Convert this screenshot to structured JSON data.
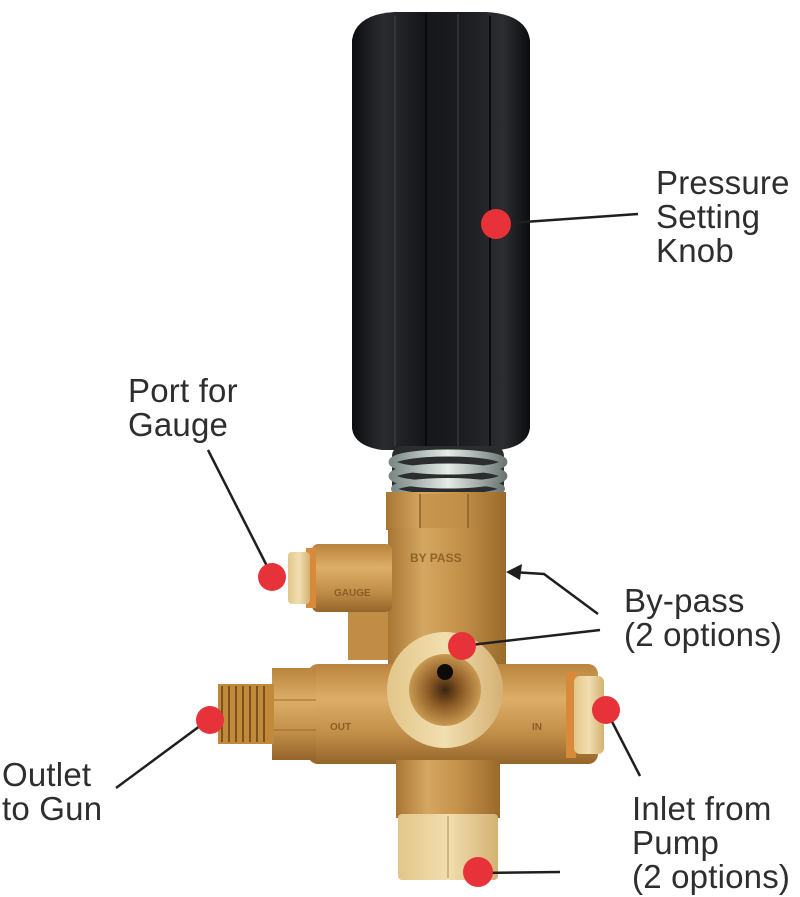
{
  "diagram": {
    "subject": "Pressure washer unloader valve",
    "colors": {
      "marker": "#e8323a",
      "leader_line": "#1f1f1f",
      "knob": "#17181b",
      "brass": "#c99a4e",
      "brass_light": "#e8cf94",
      "label_text": "#2e2e2e"
    },
    "engravings": {
      "bypass": "BY PASS",
      "gauge": "GAUGE",
      "out": "OUT",
      "in": "IN"
    },
    "callouts": [
      {
        "id": "pressure-knob",
        "lines": [
          "Pressure",
          "Setting",
          "Knob"
        ]
      },
      {
        "id": "gauge-port",
        "lines": [
          "Port for",
          "Gauge"
        ]
      },
      {
        "id": "bypass",
        "lines": [
          "By-pass",
          "(2 options)"
        ]
      },
      {
        "id": "outlet",
        "lines": [
          "Outlet",
          "to Gun"
        ]
      },
      {
        "id": "inlet",
        "lines": [
          "Inlet from",
          "Pump",
          "(2 options)"
        ]
      }
    ]
  }
}
